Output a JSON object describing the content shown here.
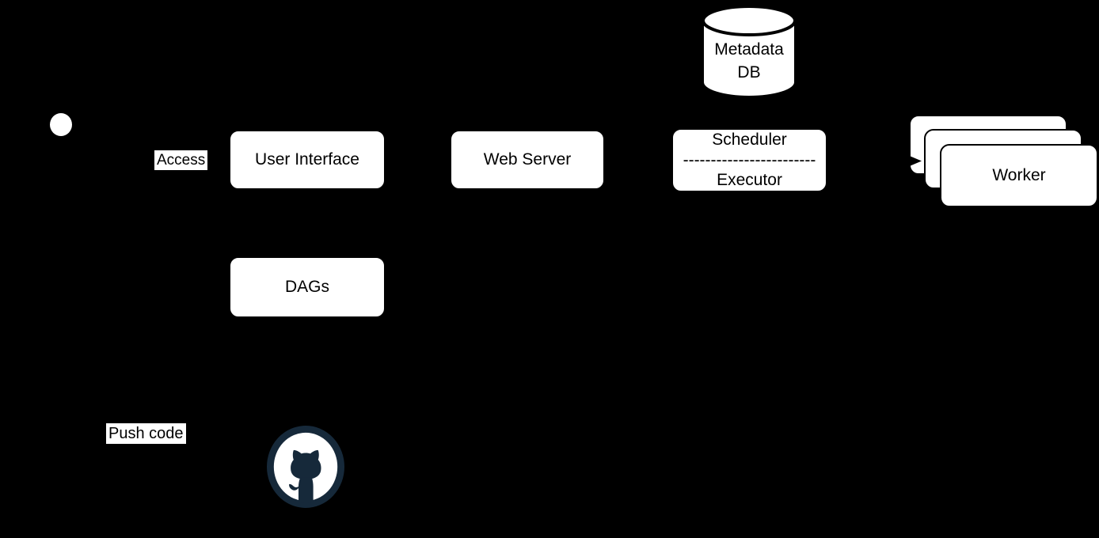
{
  "diagram": {
    "background": "#000000",
    "nodes": {
      "user_interface": {
        "label": "User Interface"
      },
      "web_server": {
        "label": "Web Server"
      },
      "scheduler_executor": {
        "scheduler_label": "Scheduler",
        "divider": "------------------------",
        "executor_label": "Executor"
      },
      "metadata_db": {
        "line1": "Metadata",
        "line2": "DB"
      },
      "dags": {
        "label": "DAGs"
      },
      "worker": {
        "label": "Worker",
        "stack_count": 3
      }
    },
    "edge_labels": {
      "access": "Access",
      "push_code": "Push code"
    },
    "icons": {
      "actor": "person-icon",
      "database": "database-cylinder-icon",
      "github": "github-icon",
      "arrowhead": "arrowhead-icon"
    },
    "colors": {
      "node_fill": "#ffffff",
      "node_border": "#000000",
      "text": "#000000",
      "label_background": "#ffffff",
      "github_navy": "#16293a"
    }
  }
}
